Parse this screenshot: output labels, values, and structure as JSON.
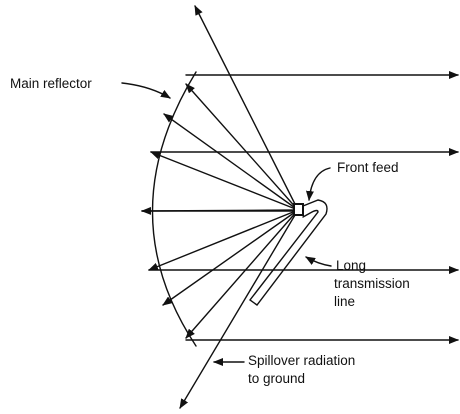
{
  "labels": {
    "main_reflector": "Main reflector",
    "front_feed": "Front feed",
    "long_line_1": "Long",
    "long_line_2": "transmission",
    "long_line_3": "line",
    "spillover_1": "Spillover radiation",
    "spillover_2": "to ground"
  },
  "colors": {
    "ink": "#111111",
    "background": "#ffffff"
  }
}
